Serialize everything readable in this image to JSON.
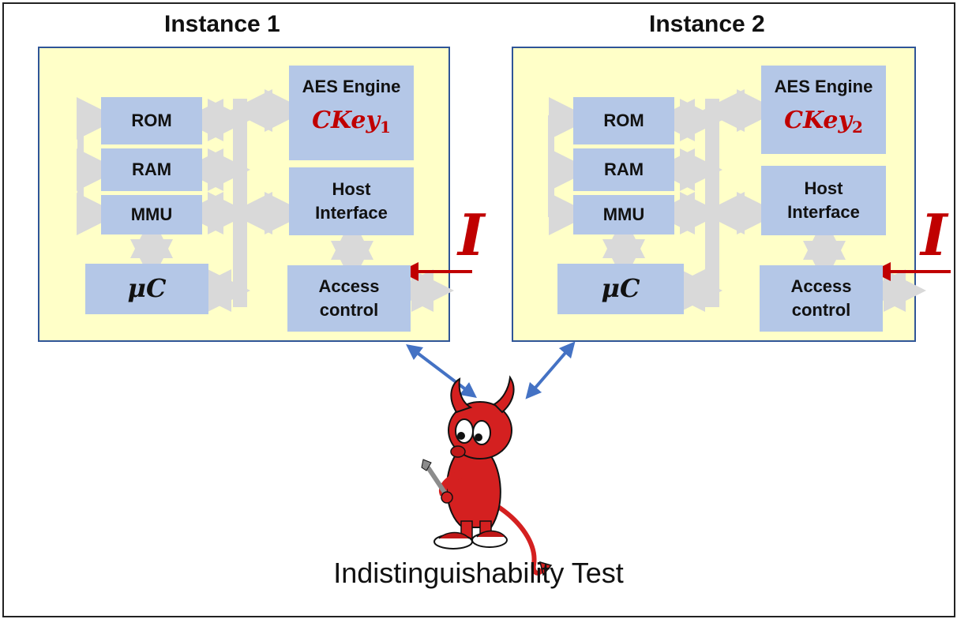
{
  "instances": [
    {
      "title": "Instance 1",
      "rom": "ROM",
      "ram": "RAM",
      "mmu": "MMU",
      "uc": "μC",
      "aes_label": "AES Engine",
      "key_base": "CKey",
      "key_sub": "1",
      "host_line1": "Host",
      "host_line2": "Interface",
      "access_line1": "Access",
      "access_line2": "control",
      "input_symbol": "I"
    },
    {
      "title": "Instance 2",
      "rom": "ROM",
      "ram": "RAM",
      "mmu": "MMU",
      "uc": "μC",
      "aes_label": "AES Engine",
      "key_base": "CKey",
      "key_sub": "2",
      "host_line1": "Host",
      "host_line2": "Interface",
      "access_line1": "Access",
      "access_line2": "control",
      "input_symbol": "I"
    }
  ],
  "caption": "Indistinguishability Test",
  "colors": {
    "panel_fill": "#ffffc8",
    "panel_border": "#2f5597",
    "block_fill": "#b4c7e7",
    "bus_gray": "#d9d9d9",
    "key_red": "#c00000",
    "query_arrow": "#4472c4",
    "input_arrow": "#c00000",
    "mascot_red": "#d42020"
  },
  "mascot": {
    "icon": "bsd-daemon-icon"
  }
}
